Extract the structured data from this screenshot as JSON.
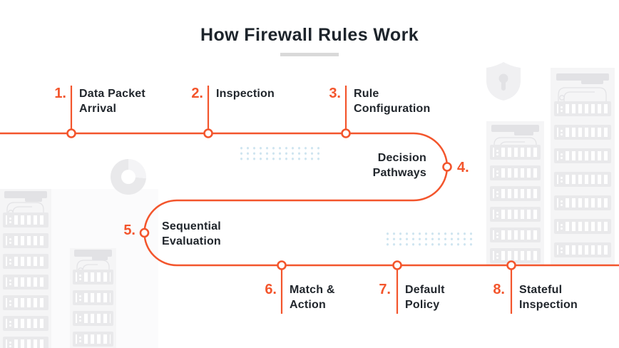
{
  "title": "How Firewall Rules Work",
  "steps": [
    {
      "num": "1.",
      "lines": [
        "Data Packet",
        "Arrival"
      ]
    },
    {
      "num": "2.",
      "lines": [
        "Inspection"
      ]
    },
    {
      "num": "3.",
      "lines": [
        "Rule",
        "Configuration"
      ]
    },
    {
      "num": "4.",
      "lines": [
        "Decision",
        "Pathways"
      ]
    },
    {
      "num": "5.",
      "lines": [
        "Sequential",
        "Evaluation"
      ]
    },
    {
      "num": "6.",
      "lines": [
        "Match &",
        "Action"
      ]
    },
    {
      "num": "7.",
      "lines": [
        "Default",
        "Policy"
      ]
    },
    {
      "num": "8.",
      "lines": [
        "Stateful",
        "Inspection"
      ]
    }
  ],
  "colors": {
    "accent": "#F3552C",
    "text": "#21262C",
    "title": "#1D242B",
    "title_underline": "#D9D9D9",
    "dot_pattern": "#CFE5F0",
    "rack_fill": "#E9E9EB",
    "rack_panel": "#F5F5F6"
  },
  "background": {
    "decorations": [
      "server-rack-illustration",
      "shield-icon",
      "donut-chart-icon",
      "dot-grid-pattern"
    ]
  }
}
